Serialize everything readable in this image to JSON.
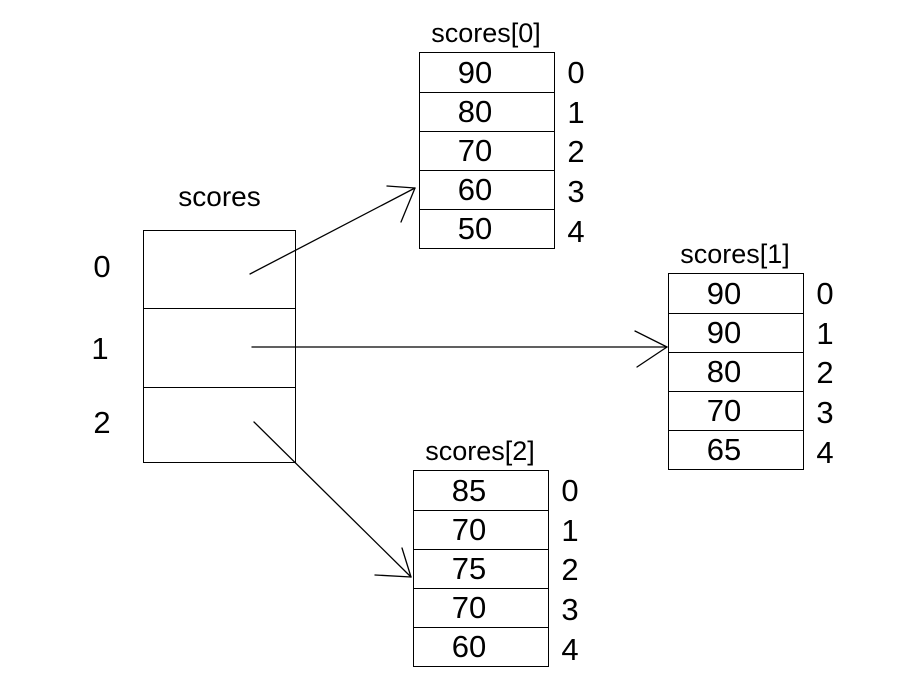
{
  "colors": {
    "background": "#ffffff",
    "line": "#000000",
    "text": "#000000"
  },
  "outer_array": {
    "title": "scores",
    "indices": [
      "0",
      "1",
      "2"
    ]
  },
  "inner_arrays": [
    {
      "title": "scores[0]",
      "values": [
        "90",
        "80",
        "70",
        "60",
        "50"
      ],
      "indices": [
        "0",
        "1",
        "2",
        "3",
        "4"
      ]
    },
    {
      "title": "scores[1]",
      "values": [
        "90",
        "90",
        "80",
        "70",
        "65"
      ],
      "indices": [
        "0",
        "1",
        "2",
        "3",
        "4"
      ]
    },
    {
      "title": "scores[2]",
      "values": [
        "85",
        "70",
        "75",
        "70",
        "60"
      ],
      "indices": [
        "0",
        "1",
        "2",
        "3",
        "4"
      ]
    }
  ]
}
